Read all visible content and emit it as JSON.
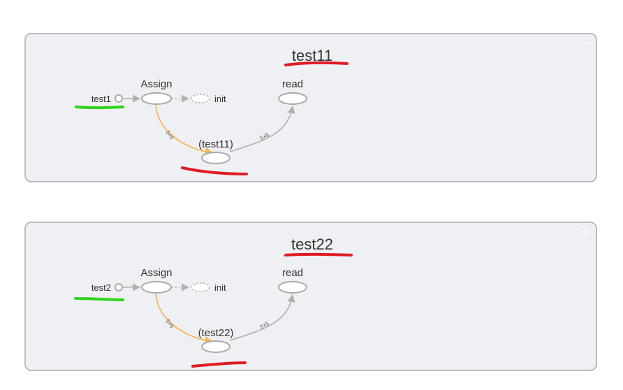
{
  "graphs": [
    {
      "title": "test11",
      "input_label": "test1",
      "assign_label": "Assign",
      "init_label": "init",
      "read_label": "read",
      "var_label": "(test11)",
      "edge_label_down": "5×5",
      "edge_label_up": "5×5"
    },
    {
      "title": "test22",
      "input_label": "test2",
      "assign_label": "Assign",
      "init_label": "init",
      "read_label": "read",
      "var_label": "(test22)",
      "edge_label_down": "5×5",
      "edge_label_up": "5×5"
    }
  ],
  "colors": {
    "annotation_red": "#e01b24",
    "annotation_green": "#2ed31e",
    "edge_orange": "#f5b552",
    "edge_grey": "#b0b0b0",
    "panel_background": "#eef0f4"
  }
}
